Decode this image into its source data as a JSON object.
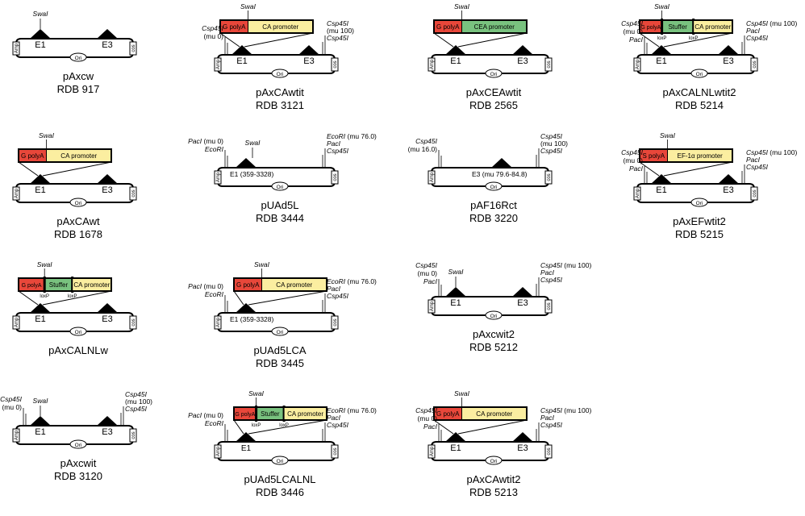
{
  "colors": {
    "g_polyA": "#e8473a",
    "s_polyA": "#e8473a",
    "ca_promoter": "#fbeea0",
    "cea_promoter": "#79c27f",
    "ef1a_promoter": "#fbeea0",
    "stuffer": "#79c27f",
    "line": "#000000"
  },
  "common": {
    "e1": "E1",
    "e3": "E3",
    "ori": "Ori",
    "amp": "Amp",
    "cos": "cos",
    "swai": "SwaI",
    "loxp": "loxP"
  },
  "plasmids": [
    {
      "name": "pAxcw",
      "rdb": "RDB 917",
      "col": 0,
      "row": 0,
      "kind": "ad"
    },
    {
      "name": "pAxCAwtit",
      "rdb": "RDB 3121",
      "col": 1,
      "row": 0,
      "kind": "ad",
      "insert": [
        {
          "label": "G polyA",
          "color": "g_polyA",
          "w": 30
        },
        {
          "label": "CA promoter",
          "color": "ca_promoter",
          "w": 70
        }
      ],
      "sites_left": [
        "Csp45I",
        "(mu 0)"
      ],
      "sites_right": [
        "Csp45I",
        "(mu 100)",
        "Csp45I"
      ]
    },
    {
      "name": "pAxCEAwtit",
      "rdb": "RDB 2565",
      "col": 2,
      "row": 0,
      "kind": "ad",
      "insert": [
        {
          "label": "G polyA",
          "color": "g_polyA",
          "w": 30
        },
        {
          "label": "CEA promoter",
          "color": "cea_promoter",
          "w": 70
        }
      ]
    },
    {
      "name": "pAxCALNLwtit2",
      "rdb": "RDB 5214",
      "col": 3,
      "row": 0,
      "kind": "ad",
      "insert": [
        {
          "label": "G polyA",
          "color": "g_polyA",
          "w": 24
        },
        {
          "label": "Stuffer",
          "color": "stuffer",
          "w": 34,
          "lox": true
        },
        {
          "label": "CA promoter",
          "color": "ca_promoter",
          "w": 42
        }
      ],
      "sites_left": [
        "Csp45I",
        "(mu 0)",
        "PacI"
      ],
      "sites_right": [
        "Csp45I (mu 100)",
        "PacI",
        "Csp45I"
      ]
    },
    {
      "name": "pAxCAwt",
      "rdb": "RDB 1678",
      "col": 0,
      "row": 1,
      "kind": "ad",
      "insert": [
        {
          "label": "G polyA",
          "color": "g_polyA",
          "w": 30
        },
        {
          "label": "CA promoter",
          "color": "ca_promoter",
          "w": 70
        }
      ]
    },
    {
      "name": "pUAd5L",
      "rdb": "RDB 3444",
      "col": 1,
      "row": 1,
      "kind": "shuttle",
      "e_label": "E1 (359-3328)",
      "sites_left": [
        "PacI (mu 0)",
        "EcoRI"
      ],
      "sites_right": [
        "EcoRI (mu 76.0)",
        "PacI",
        "Csp45I"
      ]
    },
    {
      "name": "pAF16Rct",
      "rdb": "RDB 3220",
      "col": 2,
      "row": 1,
      "kind": "e3only",
      "e_label": "E3 (mu 79.6-84.8)",
      "sites_left": [
        "Csp45I",
        "(mu 16.0)"
      ],
      "sites_right": [
        "Csp45I",
        "(mu 100)",
        "Csp45I"
      ]
    },
    {
      "name": "pAxEFwtit2",
      "rdb": "RDB 5215",
      "col": 3,
      "row": 1,
      "kind": "ad",
      "insert": [
        {
          "label": "S polyA",
          "color": "s_polyA",
          "w": 30
        },
        {
          "label": "EF-1α promoter",
          "color": "ef1a_promoter",
          "w": 70
        }
      ],
      "sites_left": [
        "Csp45I",
        "(mu 0)",
        "PacI"
      ],
      "sites_right": [
        "Csp45I (mu 100)",
        "PacI",
        "Csp45I"
      ]
    },
    {
      "name": "pAxCALNLw",
      "rdb": "",
      "col": 0,
      "row": 2,
      "kind": "ad",
      "insert": [
        {
          "label": "G polyA",
          "color": "g_polyA",
          "w": 28
        },
        {
          "label": "Stuffer",
          "color": "stuffer",
          "w": 30,
          "lox": true
        },
        {
          "label": "CA promoter",
          "color": "ca_promoter",
          "w": 42
        }
      ]
    },
    {
      "name": "pUAd5LCA",
      "rdb": "RDB 3445",
      "col": 1,
      "row": 2,
      "kind": "shuttle",
      "e_label": "E1 (359-3328)",
      "sites_left": [
        "PacI (mu 0)",
        "EcoRI"
      ],
      "sites_right": [
        "EcoRI (mu 76.0)",
        "PacI",
        "Csp45I"
      ],
      "insert": [
        {
          "label": "G polyA",
          "color": "g_polyA",
          "w": 30
        },
        {
          "label": "CA promoter",
          "color": "ca_promoter",
          "w": 70
        }
      ]
    },
    {
      "name": "pAxcwit2",
      "rdb": "RDB 5212",
      "col": 2,
      "row": 2,
      "kind": "ad",
      "sites_left": [
        "Csp45I",
        "(mu 0)",
        "PacI"
      ],
      "sites_right": [
        "Csp45I (mu 100)",
        "PacI",
        "Csp45I"
      ]
    },
    {
      "name": "pAxcwit",
      "rdb": "RDB 3120",
      "col": 0,
      "row": 3,
      "kind": "ad",
      "sites_left": [
        "Csp45I",
        "(mu 0)"
      ],
      "sites_right": [
        "Csp45I",
        "(mu 100)",
        "Csp45I"
      ]
    },
    {
      "name": "pUAd5LCALNL",
      "rdb": "RDB 3446",
      "col": 1,
      "row": 3,
      "kind": "shuttle",
      "e_label": "E1",
      "sites_left": [
        "PacI (mu 0)",
        "EcoRI"
      ],
      "sites_right": [
        "EcoRI (mu 76.0)",
        "PacI",
        "Csp45I"
      ],
      "insert": [
        {
          "label": "G polyA",
          "color": "g_polyA",
          "w": 24
        },
        {
          "label": "Stuffer",
          "color": "stuffer",
          "w": 30,
          "lox": true
        },
        {
          "label": "CA promoter",
          "color": "ca_promoter",
          "w": 46
        }
      ]
    },
    {
      "name": "pAxCAwtit2",
      "rdb": "RDB 5213",
      "col": 2,
      "row": 3,
      "kind": "ad",
      "insert": [
        {
          "label": "G polyA",
          "color": "g_polyA",
          "w": 30
        },
        {
          "label": "CA promoter",
          "color": "ca_promoter",
          "w": 70
        }
      ],
      "sites_left": [
        "Csp45I",
        "(mu 0)",
        "PacI"
      ],
      "sites_right": [
        "Csp45I (mu 100)",
        "PacI",
        "Csp45I"
      ]
    }
  ]
}
